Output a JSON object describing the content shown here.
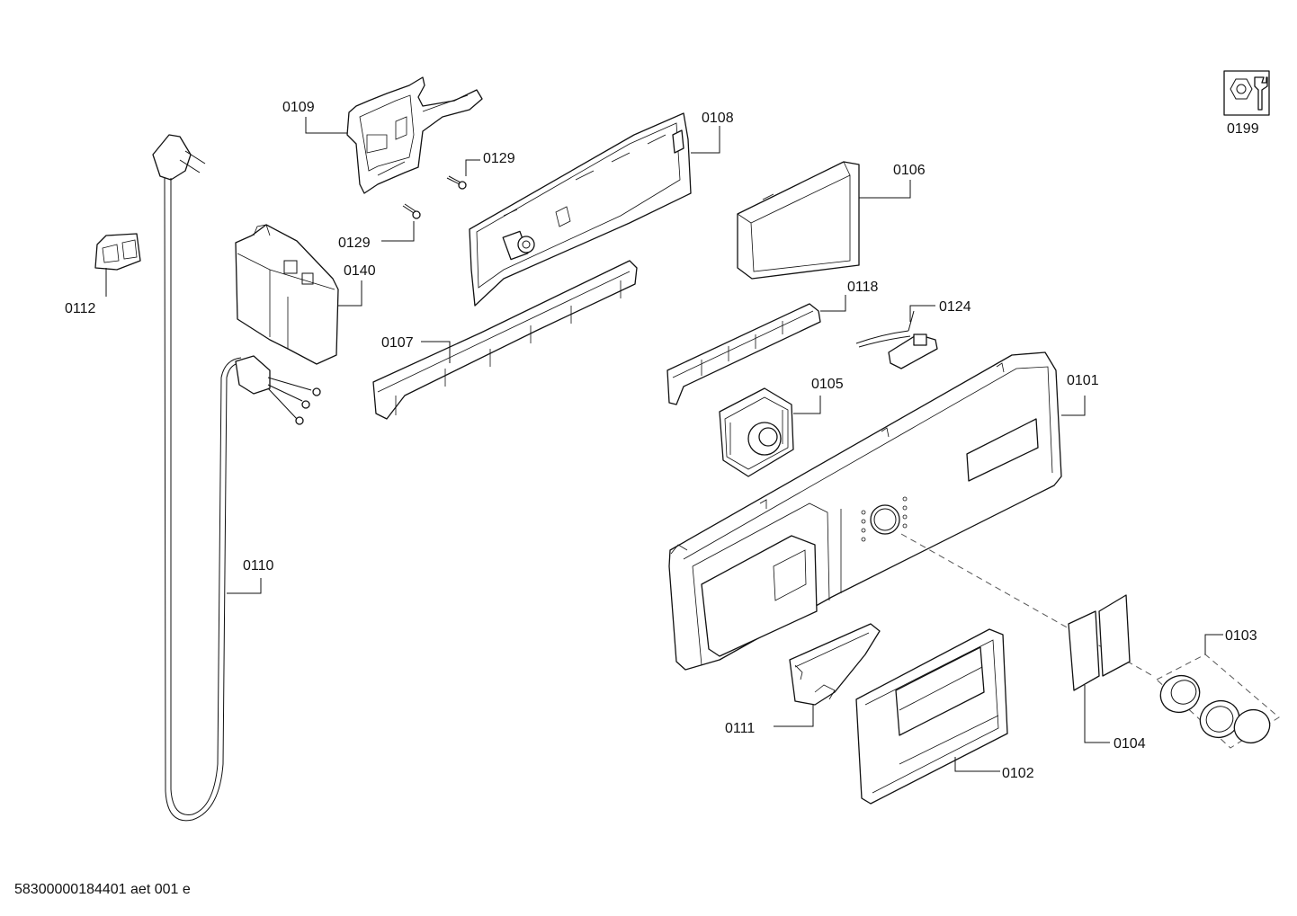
{
  "labels": {
    "p0101": "0101",
    "p0102": "0102",
    "p0103": "0103",
    "p0104": "0104",
    "p0105": "0105",
    "p0106": "0106",
    "p0107": "0107",
    "p0108": "0108",
    "p0109": "0109",
    "p0110": "0110",
    "p0111": "0111",
    "p0112": "0112",
    "p0118": "0118",
    "p0124": "0124",
    "p0129a": "0129",
    "p0129b": "0129",
    "p0140": "0140",
    "p0199": "0199"
  },
  "footer": {
    "drawing_id": "58300000184401 aet 001 e"
  }
}
